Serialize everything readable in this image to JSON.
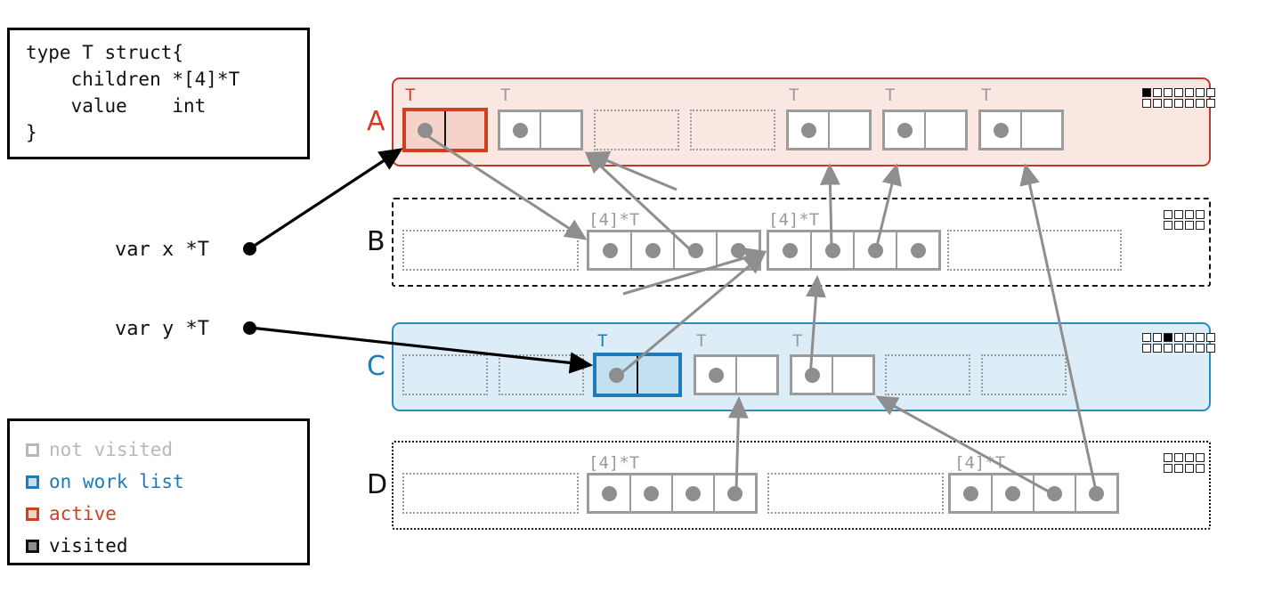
{
  "code_box": {
    "name": "type-definition",
    "text": "type T struct{\n    children *[4]*T\n    value    int\n}"
  },
  "legend": {
    "title": "legend",
    "items": [
      {
        "label": "not visited",
        "swatch_border": "#b8b8b8",
        "swatch_fill": "#ffffff",
        "text_color": "#b8b8b8"
      },
      {
        "label": "on work list",
        "swatch_border": "#1f7ab8",
        "swatch_fill": "#c3e0f0",
        "text_color": "#1f7ab8"
      },
      {
        "label": "active",
        "swatch_border": "#cf4020",
        "swatch_fill": "#f6d3c9",
        "text_color": "#cf4020"
      },
      {
        "label": "visited",
        "swatch_border": "#111111",
        "swatch_fill": "#8e8e8e",
        "text_color": "#111111"
      }
    ]
  },
  "variables": [
    {
      "label": "var x *T",
      "points_to": "row-a-object-0"
    },
    {
      "label": "var y *T",
      "points_to": "row-c-object-2"
    }
  ],
  "rows": [
    {
      "id": "A",
      "label": "A",
      "label_color": "#cf4020",
      "style": "active",
      "border_color": "#c0392b",
      "fill_color": "#fbe7e2",
      "slots": [
        {
          "kind": "object",
          "type_tag": "T",
          "state": "active",
          "cells": [
            {
              "dot": true
            },
            {
              "dot": false
            }
          ]
        },
        {
          "kind": "object",
          "type_tag": "T",
          "state": "not-visited",
          "cells": [
            {
              "dot": true
            },
            {
              "dot": false
            }
          ]
        },
        {
          "kind": "empty"
        },
        {
          "kind": "empty"
        },
        {
          "kind": "object",
          "type_tag": "T",
          "state": "not-visited",
          "cells": [
            {
              "dot": true
            },
            {
              "dot": false
            }
          ]
        },
        {
          "kind": "object",
          "type_tag": "T",
          "state": "not-visited",
          "cells": [
            {
              "dot": true
            },
            {
              "dot": false
            }
          ]
        },
        {
          "kind": "object",
          "type_tag": "T",
          "state": "not-visited",
          "cells": [
            {
              "dot": true
            },
            {
              "dot": false
            }
          ]
        }
      ],
      "bitmap": {
        "rows": 2,
        "cols": 7,
        "on": [
          [
            0,
            0
          ]
        ]
      }
    },
    {
      "id": "B",
      "label": "B",
      "label_color": "#111111",
      "style": "plain",
      "border_color": "#111111",
      "fill_color": "#ffffff",
      "slots": [
        {
          "kind": "empty-wide"
        },
        {
          "kind": "object",
          "type_tag": "[4]*T",
          "state": "not-visited",
          "cells": [
            {
              "dot": true
            },
            {
              "dot": true
            },
            {
              "dot": true
            },
            {
              "dot": true
            }
          ]
        },
        {
          "kind": "object",
          "type_tag": "[4]*T",
          "state": "not-visited",
          "cells": [
            {
              "dot": true
            },
            {
              "dot": true
            },
            {
              "dot": true
            },
            {
              "dot": true
            }
          ]
        },
        {
          "kind": "empty-wide"
        }
      ],
      "bitmap": {
        "rows": 2,
        "cols": 4,
        "on": []
      }
    },
    {
      "id": "C",
      "label": "C",
      "label_color": "#1f7ab8",
      "style": "work-list",
      "border_color": "#2b8cc4",
      "fill_color": "#dcedf7",
      "slots": [
        {
          "kind": "empty"
        },
        {
          "kind": "empty"
        },
        {
          "kind": "object",
          "type_tag": "T",
          "state": "on-work-list",
          "cells": [
            {
              "dot": true
            },
            {
              "dot": false
            }
          ]
        },
        {
          "kind": "object",
          "type_tag": "T",
          "state": "not-visited",
          "cells": [
            {
              "dot": true
            },
            {
              "dot": false
            }
          ]
        },
        {
          "kind": "object",
          "type_tag": "T",
          "state": "not-visited",
          "cells": [
            {
              "dot": true
            },
            {
              "dot": false
            }
          ]
        },
        {
          "kind": "empty"
        },
        {
          "kind": "empty"
        }
      ],
      "bitmap": {
        "rows": 2,
        "cols": 7,
        "on": [
          [
            0,
            2
          ]
        ]
      }
    },
    {
      "id": "D",
      "label": "D",
      "label_color": "#111111",
      "style": "plain",
      "border_color": "#111111",
      "fill_color": "#ffffff",
      "slots": [
        {
          "kind": "empty-wide"
        },
        {
          "kind": "object",
          "type_tag": "[4]*T",
          "state": "not-visited",
          "cells": [
            {
              "dot": true
            },
            {
              "dot": true
            },
            {
              "dot": true
            },
            {
              "dot": true
            }
          ]
        },
        {
          "kind": "empty-wide"
        },
        {
          "kind": "object",
          "type_tag": "[4]*T",
          "state": "not-visited",
          "cells": [
            {
              "dot": true
            },
            {
              "dot": true
            },
            {
              "dot": true
            },
            {
              "dot": true
            }
          ]
        }
      ],
      "bitmap": {
        "rows": 2,
        "cols": 4,
        "on": []
      }
    }
  ],
  "colors": {
    "active": "#cf4020",
    "work_list": "#1f7ab8",
    "not_visited": "#9b9b9b",
    "visited": "#8e8e8e",
    "pointer": "#8e8e8e",
    "root_pointer": "#000000"
  }
}
